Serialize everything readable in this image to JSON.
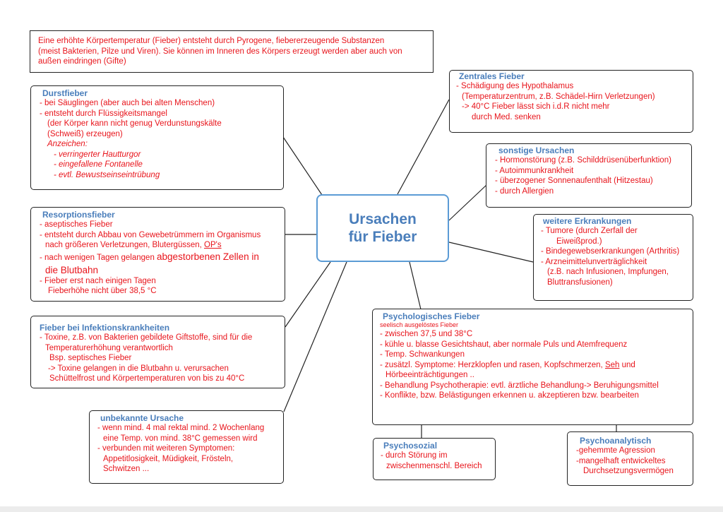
{
  "intro": {
    "lines": [
      "Eine erhöhte Körpertemperatur (Fieber) entsteht durch Pyrogene, fiebererzeugende Substanzen",
      "(meist Bakterien, Pilze und Viren). Sie können im Inneren des Körpers erzeugt werden aber auch von",
      "außen eindringen (Gifte)"
    ]
  },
  "center": {
    "line1": "Ursachen",
    "line2": "für Fieber"
  },
  "durstfieber": {
    "title": "Durstfieber",
    "lines": [
      "- bei Säuglingen (aber auch bei alten Menschen)",
      "- entsteht durch Flüssigkeitsmangel",
      "(der Körper kann nicht genug Verdunstungskälte",
      "(Schweiß) erzeugen)",
      "Anzeichen:",
      "- verringerter Hautturgor",
      "- eingefallene Fontanelle",
      "- evtl. Bewustseinseintrübung"
    ]
  },
  "resorptionsfieber": {
    "title": "Resorptionsfieber",
    "l1": "- aseptisches Fieber",
    "l2": "- entsteht durch Abbau von Gewebetrümmern im Organismus",
    "l3a": "nach größeren Verletzungen, Blutergüssen, ",
    "l3b": "OP's",
    "l4a": "- nach wenigen Tagen gelangen ",
    "l4b": "abgestorbenen Zellen in",
    "l5": "die Blutbahn",
    "l6": "- Fieber erst nach einigen Tagen",
    "l7": "Fieberhöhe nicht über 38,5 °C"
  },
  "infektion": {
    "title": "Fieber bei Infektionskrankheiten",
    "lines": [
      "- Toxine, z.B. von Bakterien gebildete Giftstoffe, sind für die",
      "Temperaturerhöhung verantwortlich",
      "Bsp. septisches Fieber",
      "-> Toxine gelangen in die Blutbahn u. verursachen",
      "Schüttelfrost und Körpertemperaturen von bis zu 40°C"
    ]
  },
  "unbekannt": {
    "title": "unbekannte Ursache",
    "lines": [
      "- wenn mind. 4 mal rektal mind. 2 Wochenlang",
      "eine Temp. von mind. 38°C gemessen wird",
      "- verbunden mit weiteren Symptomen:",
      "Appetitlosigkeit, Müdigkeit, Frösteln,",
      "Schwitzen ..."
    ]
  },
  "zentral": {
    "title": "Zentrales Fieber",
    "lines": [
      "- Schädigung des Hypothalamus",
      "(Temperaturzentrum, z.B. Schädel-Hirn Verletzungen)",
      "-> 40°C Fieber lässt sich i.d.R nicht mehr",
      "durch Med. senken"
    ]
  },
  "sonstige": {
    "title": "sonstige Ursachen",
    "lines": [
      "- Hormonstörung (z.B. Schilddrüsenüberfunktion)",
      "- Autoimmunkrankheit",
      "- überzogener Sonnenaufenthalt (Hitzestau)",
      "- durch Allergien"
    ]
  },
  "weitere": {
    "title": "weitere Erkrankungen",
    "lines": [
      "- Tumore (durch Zerfall der",
      "Eiweißprod.)",
      "- Bindegewebserkrankungen (Arthritis)",
      "- Arzneimittelunverträglichkeit",
      "(z.B. nach Infusionen, Impfungen,",
      "Bluttransfusionen)"
    ]
  },
  "psycho": {
    "title": "Psychologisches Fieber",
    "subtitle": "seelisch ausgelöstes Fieber",
    "l1": "- zwischen 37,5 und 38°C",
    "l2": "- kühle u. blasse Gesichtshaut, aber normale Puls und Atemfrequenz",
    "l3": "- Temp. Schwankungen",
    "l4a": "- zusätzl. Symptome: Herzklopfen und rasen, Kopfschmerzen, ",
    "l4b": "Seh",
    "l4c": " und",
    "l5": "Hörbeeinträchtigungen ..",
    "l6": "- Behandlung Psychotherapie: evtl. ärztliche Behandlung-> Beruhigungsmittel",
    "l7": "- Konflikte, bzw. Belästigungen erkennen u. akzeptieren bzw. bearbeiten"
  },
  "psychosozial": {
    "title": "Psychosozial",
    "lines": [
      "- durch Störung im",
      "zwischenmenschl. Bereich"
    ]
  },
  "psychoanalytisch": {
    "title": "Psychoanalytisch",
    "lines": [
      "-gehemmte Agression",
      "-mangelhaft entwickeltes",
      "Durchsetzungsvermögen"
    ]
  }
}
